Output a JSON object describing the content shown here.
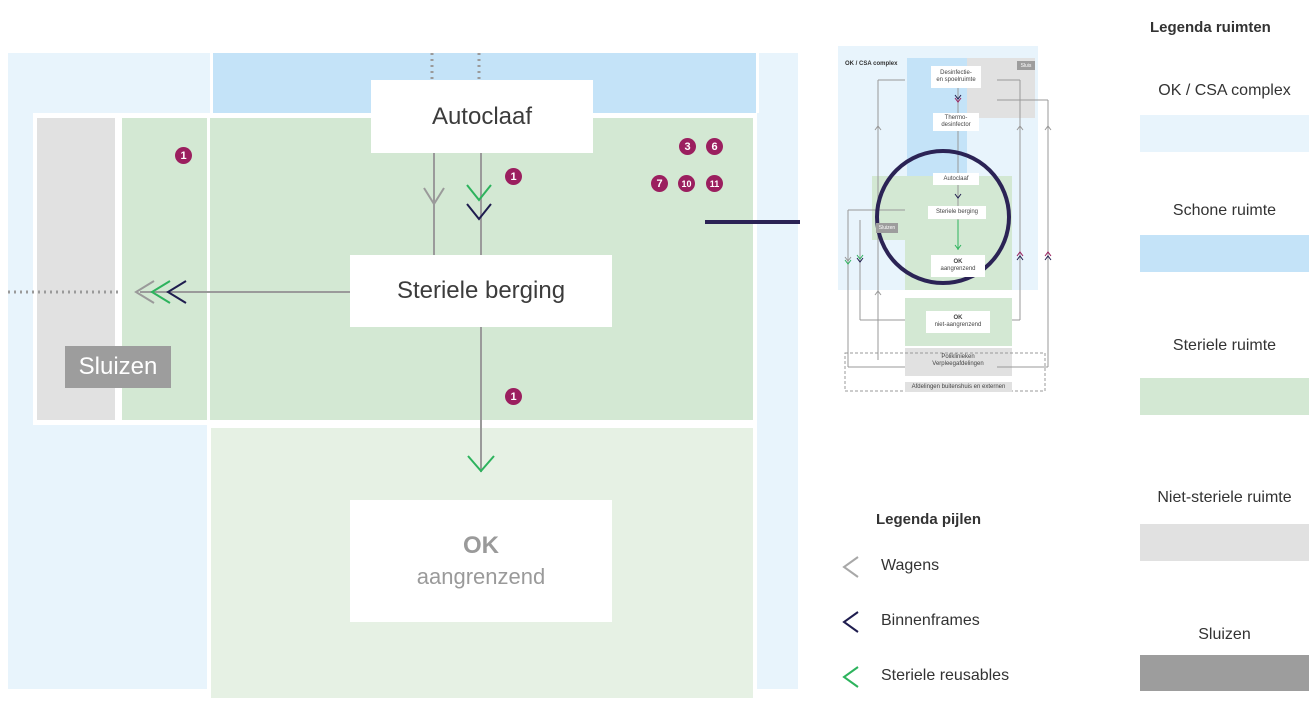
{
  "main": {
    "autoclaaf": "Autoclaaf",
    "steriele_berging": "Steriele berging",
    "sluizen": "Sluizen",
    "ok_title": "OK",
    "ok_sub": "aangrenzend",
    "badges": [
      "1",
      "1",
      "3",
      "6",
      "7",
      "10",
      "11",
      "1"
    ]
  },
  "mini": {
    "title": "OK / CSA complex",
    "sluis": "Sluis",
    "desinfectie_1": "Desinfectie-",
    "desinfectie_2": "en spoelruimte",
    "thermo_1": "Thermo-",
    "thermo_2": "desinfector",
    "autoclaaf": "Autoclaaf",
    "steriele_berging": "Steriele berging",
    "sluizen": "Sluizen",
    "ok_a_title": "OK",
    "ok_a_sub": "aangrenzend",
    "ok_n_title": "OK",
    "ok_n_sub": "niet-aangrenzend",
    "poli_1": "Poliklinieken",
    "poli_2": "Verpleegafdelingen",
    "afd": "Afdelingen buitenshuis en externen"
  },
  "legend_arrows": {
    "title": "Legenda pijlen",
    "items": [
      {
        "label": "Wagens",
        "color": "#a8a8a8"
      },
      {
        "label": "Binnenframes",
        "color": "#1f1d4f"
      },
      {
        "label": "Steriele reusables",
        "color": "#2db35d"
      }
    ]
  },
  "legend_spaces": {
    "title": "Legenda ruimten",
    "items": [
      {
        "label": "OK / CSA complex",
        "color": "#e8f4fc"
      },
      {
        "label": "Schone ruimte",
        "color": "#c4e3f8"
      },
      {
        "label": "Steriele ruimte",
        "color": "#d3e8d3"
      },
      {
        "label": "Niet-steriele ruimte",
        "color": "#e1e1e1"
      },
      {
        "label": "Sluizen",
        "color": "#9d9d9d"
      }
    ]
  }
}
